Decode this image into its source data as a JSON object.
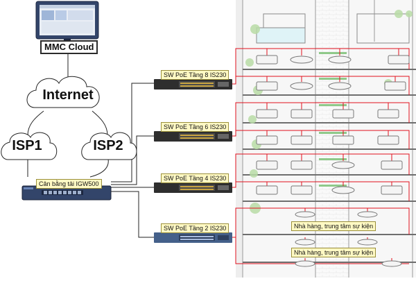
{
  "cloud_service": {
    "label": "MMC Cloud"
  },
  "internet": {
    "label": "Internet"
  },
  "isps": [
    {
      "label": "ISP1"
    },
    {
      "label": "ISP2"
    }
  ],
  "gateway": {
    "label": "Cân bằng tải IGW500"
  },
  "switches": [
    {
      "label": "SW PoE Tầng 8 IS230"
    },
    {
      "label": "SW PoE Tầng 6 IS230"
    },
    {
      "label": "SW PoE Tầng 4 IS230"
    },
    {
      "label": "SW PoE Tầng 2 IS230"
    }
  ],
  "zones": [
    {
      "label": "Nhà hàng, trung tâm sự kiện"
    },
    {
      "label": "Nhà hàng, trung tâm sự kiện"
    }
  ],
  "colors": {
    "link_black": "#222222",
    "link_red": "#e0101e",
    "switch_body": "#2e2e2e",
    "switch_blue": "#44608a",
    "tag_fill": "#fff9c4"
  }
}
